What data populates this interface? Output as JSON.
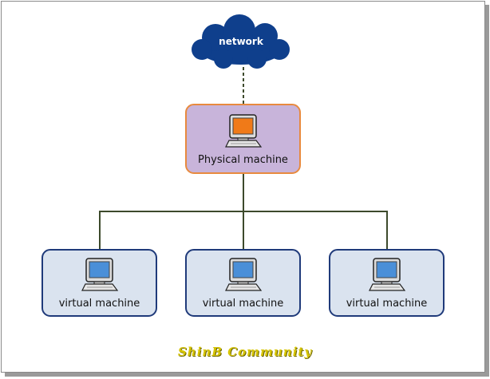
{
  "diagram": {
    "network": {
      "label": "network",
      "color": "#0f3f8c"
    },
    "physical": {
      "label": "Physical machine",
      "screen_color": "#f07a18",
      "fill": "#c8b4da",
      "border": "#e88a3e"
    },
    "virtual_machines": [
      {
        "label": "virtual machine"
      },
      {
        "label": "virtual machine"
      },
      {
        "label": "virtual machine"
      }
    ],
    "vm_style": {
      "screen_color": "#4a8fd8",
      "fill": "#dae3ef",
      "border": "#1f3a7a"
    },
    "connector_color": "#3d4a2c",
    "footer": "ShinB Community"
  }
}
